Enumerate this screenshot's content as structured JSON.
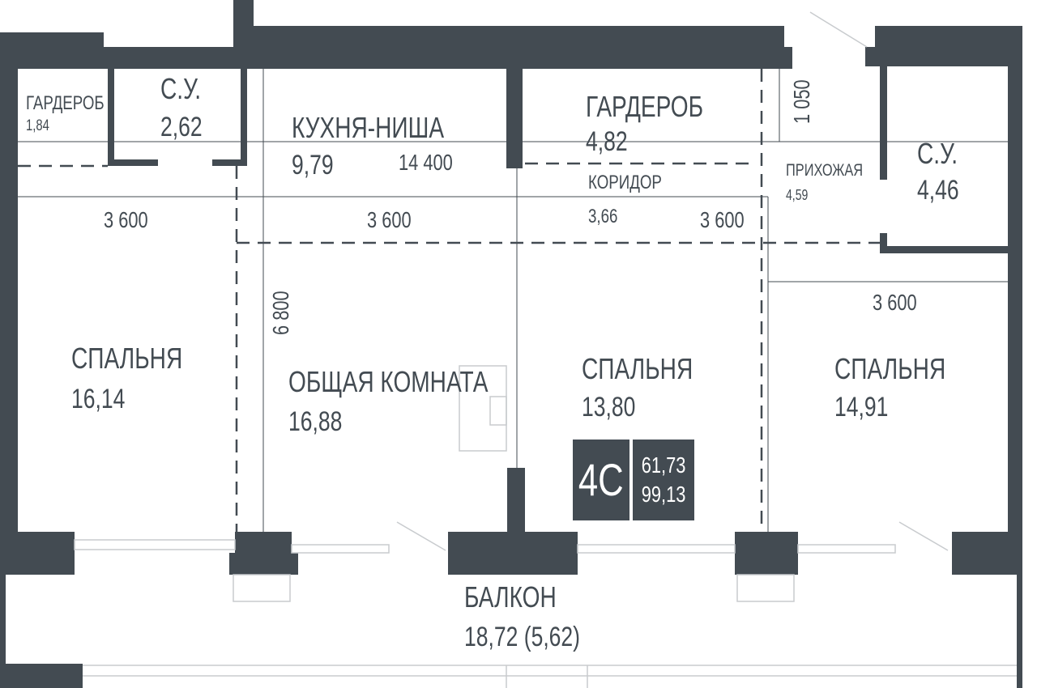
{
  "colors": {
    "wall": "#434b52",
    "line": "#c8cbce"
  },
  "rooms": {
    "wardrobe_left": {
      "name": "ГАРДЕРОБ",
      "area": "1,84"
    },
    "bathroom_left": {
      "name": "С.У.",
      "area": "2,62"
    },
    "kitchen": {
      "name": "КУХНЯ-НИША",
      "area": "9,79"
    },
    "wardrobe_center": {
      "name": "ГАРДЕРОБ",
      "area": "4,82"
    },
    "corridor": {
      "name": "КОРИДОР",
      "area": "3,66"
    },
    "hallway": {
      "name": "ПРИХОЖАЯ",
      "area": "4,59"
    },
    "bathroom_right": {
      "name": "С.У.",
      "area": "4,46"
    },
    "bedroom_left": {
      "name": "СПАЛЬНЯ",
      "area": "16,14"
    },
    "living_room": {
      "name": "ОБЩАЯ КОМНАТА",
      "area": "16,88"
    },
    "bedroom_center": {
      "name": "СПАЛЬНЯ",
      "area": "13,80"
    },
    "bedroom_right": {
      "name": "СПАЛЬНЯ",
      "area": "14,91"
    },
    "balcony": {
      "name": "БАЛКОН",
      "area": "18,72 (5,62)"
    }
  },
  "dimensions": {
    "total_width": "14 400",
    "width_1": "3 600",
    "width_2": "3 600",
    "width_3": "3 600",
    "width_4": "3 600",
    "depth": "6 800",
    "entry_depth": "1 050"
  },
  "unit_badge": {
    "type": "4С",
    "living_area": "61,73",
    "total_area": "99,13"
  }
}
